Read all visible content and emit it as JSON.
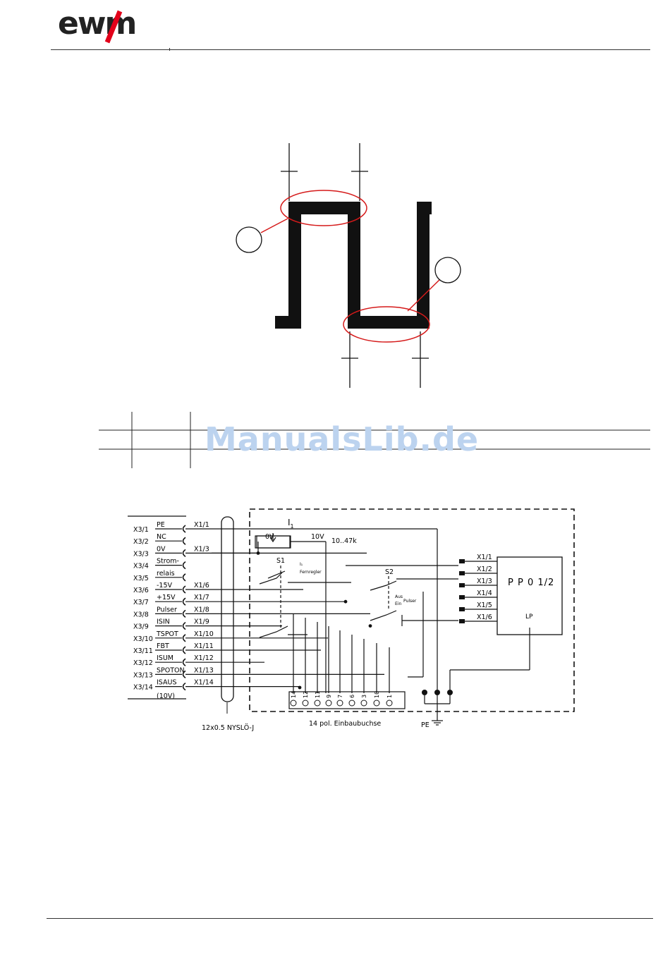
{
  "brand": {
    "logo_text": "ewm",
    "accent_color": "#e2001a"
  },
  "watermark": "ManualsLib.de",
  "schematic": {
    "left_pins": [
      "X3/1",
      "X3/2",
      "X3/3",
      "X3/4",
      "X3/5",
      "X3/6",
      "X3/7",
      "X3/8",
      "X3/9",
      "X3/10",
      "X3/11",
      "X3/12",
      "X3/13",
      "X3/14"
    ],
    "signal_names": [
      "PE",
      "NC",
      "0V",
      "Strom-",
      "relais",
      "-15V",
      "+15V",
      "Pulser",
      "ISIN",
      "TSPOT",
      "FBT",
      "ISUM",
      "SPOTON",
      "ISAUS",
      "(10V)"
    ],
    "x1_labels": [
      "X1/1",
      "X1/3",
      "X1/6",
      "X1/7",
      "X1/8",
      "X1/9",
      "X1/10",
      "X1/11",
      "X1/12",
      "X1/13",
      "X1/14"
    ],
    "pp_pins": [
      "X1/1",
      "X1/2",
      "X1/3",
      "X1/4",
      "X1/5",
      "X1/6"
    ],
    "pp_box": "P P 0 1/2",
    "lp_label": "LP",
    "pot_label": "I",
    "pot_sub": "1",
    "pot_0v": "0V",
    "pot_10v": "10V",
    "pot_range": "10..47k",
    "s1": "S1",
    "s2": "S2",
    "i1_small": "I₁",
    "fernregler": "Fernregler",
    "aus": "Aus",
    "ein": "Ein",
    "pulser": "Pulser",
    "socket_pins": [
      "14",
      "12",
      "11",
      "9",
      "7",
      "6",
      "3",
      "10",
      "1"
    ],
    "socket_label": "14 pol. Einbaubuchse",
    "cable_label": "12x0.5 NYSLÖ-J",
    "pe_label": "PE"
  }
}
